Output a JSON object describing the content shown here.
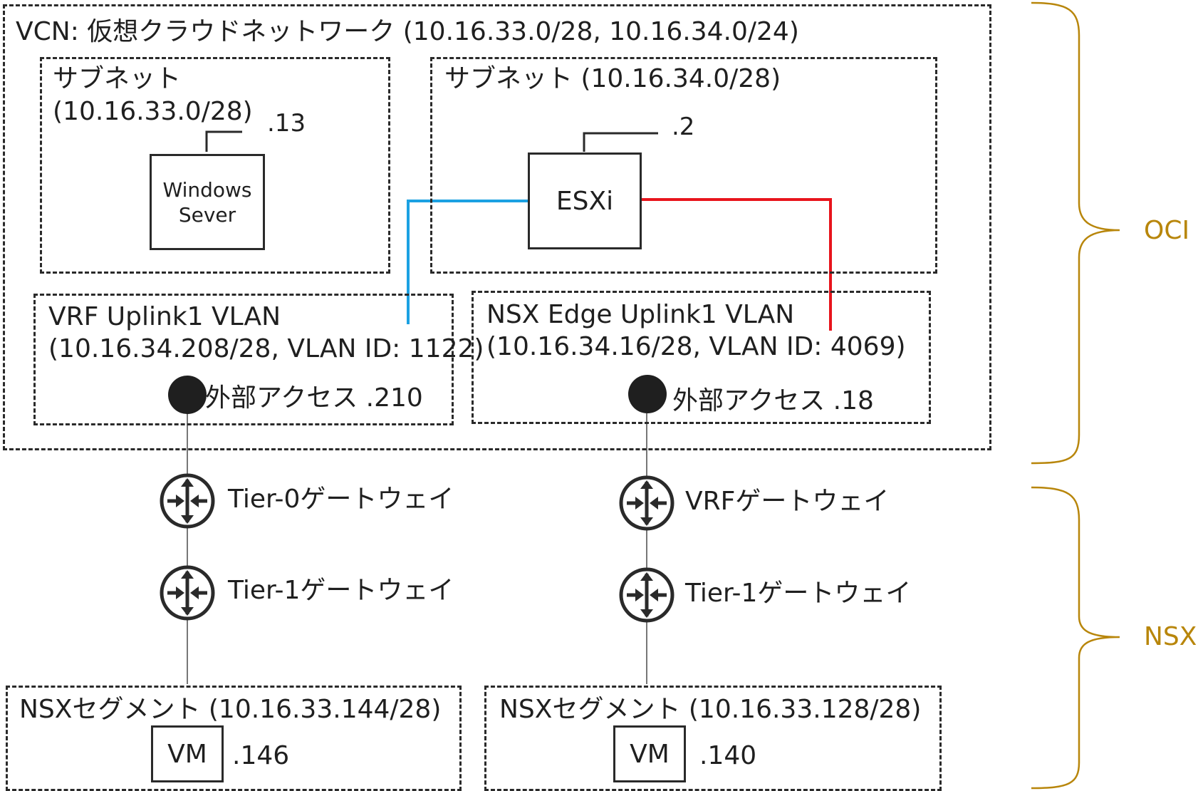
{
  "vcn": {
    "title": "VCN: 仮想クラウドネットワーク (10.16.33.0/28, 10.16.34.0/24)"
  },
  "subnet_left": {
    "title": "サブネット",
    "cidr": "(10.16.33.0/28)",
    "host_ip": ".13",
    "host_label_line1": "Windows",
    "host_label_line2": "Sever"
  },
  "subnet_right": {
    "title": "サブネット (10.16.34.0/28)",
    "host_ip": ".2",
    "host_label": "ESXi"
  },
  "vrf_uplink": {
    "title": "VRF Uplink1 VLAN",
    "detail": "(10.16.34.208/28, VLAN ID: 1122)",
    "access": "外部アクセス .210"
  },
  "nsx_edge_uplink": {
    "title": "NSX Edge Uplink1 VLAN",
    "detail": "(10.16.34.16/28, VLAN ID: 4069)",
    "access": "外部アクセス .18"
  },
  "left_chain": {
    "gw_top": "Tier-0ゲートウェイ",
    "gw_bottom": "Tier-1ゲートウェイ",
    "segment": "NSXセグメント (10.16.33.144/28)",
    "vm_label": "VM",
    "vm_ip": ".146"
  },
  "right_chain": {
    "gw_top": "VRFゲートウェイ",
    "gw_bottom": "Tier-1ゲートウェイ",
    "segment": "NSXセグメント (10.16.33.128/28)",
    "vm_label": "VM",
    "vm_ip": ".140"
  },
  "brackets": {
    "oci": "OCI",
    "nsx": "NSX"
  },
  "colors": {
    "link_blue": "#1ba1e2",
    "link_red": "#e8141c",
    "bracket_gold": "#b8860b",
    "stroke": "#2a2a2a"
  },
  "icons": [
    "router-icon",
    "endpoint-dot-icon"
  ]
}
